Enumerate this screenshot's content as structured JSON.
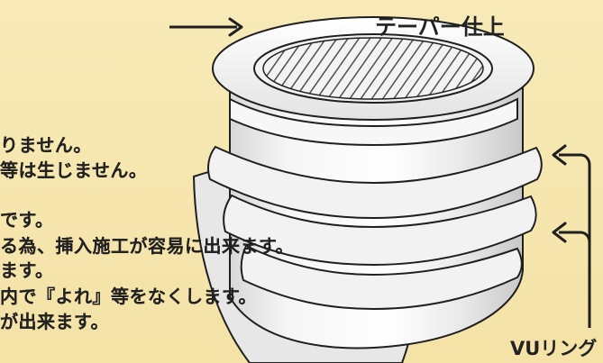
{
  "labels": {
    "top": "テーパー仕上",
    "bottom": "VUリング"
  },
  "text_lines": [
    "りません。",
    "等は生じません。",
    "です。",
    "る為、挿入施工が容易に出来ます。",
    "ます。",
    "内で『よれ』等をなくします。",
    "が出来ます。"
  ],
  "colors": {
    "background": "#f6e7b1",
    "line": "#1f1f1f",
    "body_fill": "#f7f7f7",
    "shadow_fill": "#d7d7d7"
  },
  "icons": {
    "pointer_arrow": "arrow-right",
    "callout_arrows": "curved-arrow"
  }
}
